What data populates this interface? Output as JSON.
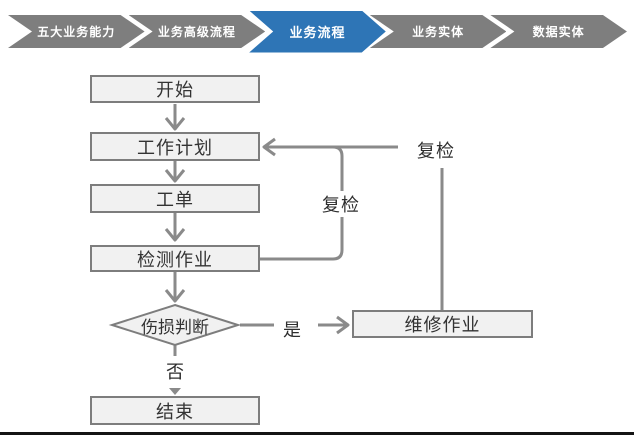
{
  "breadcrumb": {
    "items": [
      {
        "label": "五大业务能力",
        "active": false
      },
      {
        "label": "业务高级流程",
        "active": false
      },
      {
        "label": "业务流程",
        "active": true
      },
      {
        "label": "业务实体",
        "active": false
      },
      {
        "label": "数据实体",
        "active": false
      }
    ]
  },
  "flowchart": {
    "nodes": {
      "start": "开始",
      "plan": "工作计划",
      "order": "工单",
      "inspect": "检测作业",
      "decision": "伤损判断",
      "end": "结束",
      "repair": "维修作业"
    },
    "edge_labels": {
      "recheck_loop": "复检",
      "recheck_repair": "复检",
      "yes": "是",
      "no": "否"
    }
  },
  "colors": {
    "step_inactive": "#7E7E7E",
    "step_active": "#2E75B6",
    "node_fill": "#F1F1F1",
    "node_border": "#7D7D7D",
    "connector": "#8A8A8A"
  }
}
